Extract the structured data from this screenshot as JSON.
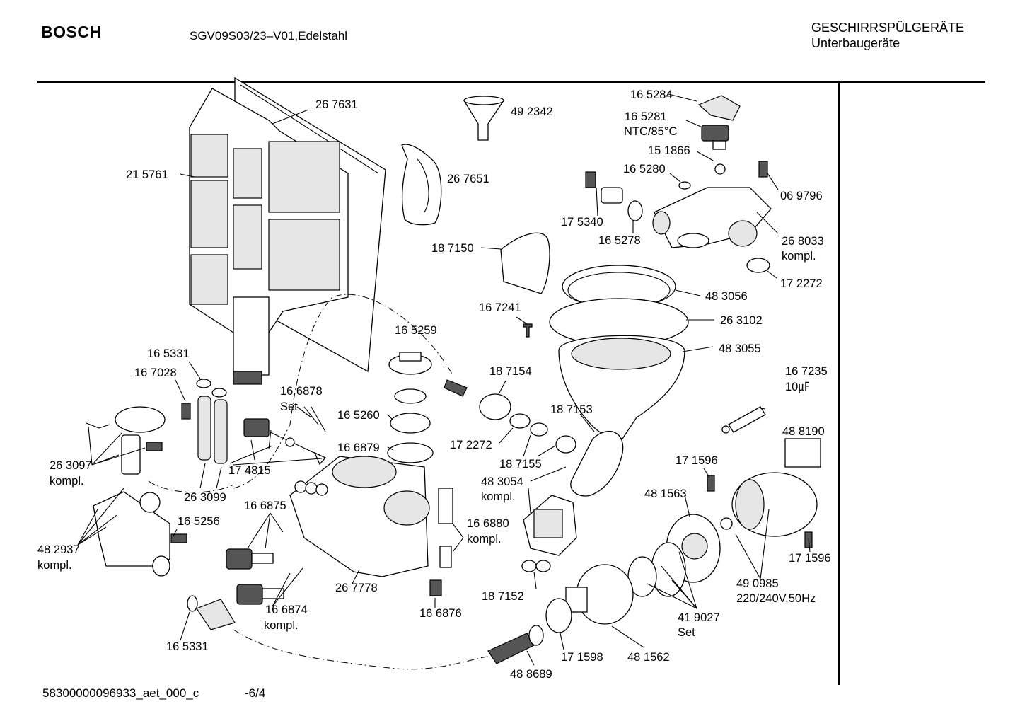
{
  "header": {
    "brand": "BOSCH",
    "model": "SGV09S03/23–V01,Edelstahl",
    "category_line1": "GESCHIRRSPÜLGERÄTE",
    "category_line2": "Unterbaugeräte"
  },
  "footer": {
    "drawing_code": "58300000096933_aet_000_c",
    "page": "-6/4"
  },
  "labels": {
    "l267631": "26 7631",
    "l492342": "49 2342",
    "l165284": "16 5284",
    "l165281": "16 5281",
    "l165281b": "NTC/85°C",
    "l151866": "15 1866",
    "l165280": "16 5280",
    "l069796": "06 9796",
    "l215761": "21 5761",
    "l267651": "26 7651",
    "l175340": "17 5340",
    "l165278": "16 5278",
    "l268033": "26 8033",
    "l268033b": "kompl.",
    "l187150": "18 7150",
    "l172272a": "17 2272",
    "l483056": "48 3056",
    "l167241": "16 7241",
    "l263102": "26 3102",
    "l165259": "16 5259",
    "l483055": "48 3055",
    "l165331a": "16 5331",
    "l167028": "16 7028",
    "l166878": "16 6878",
    "l166878b": "Set",
    "l187154": "18 7154",
    "l167235": "16 7235",
    "l167235b": "10㎌",
    "l165260": "16 5260",
    "l187153": "18 7153",
    "l488190": "48 8190",
    "l166879": "16 6879",
    "l172272b": "17 2272",
    "l187155": "18 7155",
    "l171596a": "17 1596",
    "l263097": "26 3097",
    "l263097b": "kompl.",
    "l174815": "17 4815",
    "l483054": "48  3054",
    "l483054b": "kompl.",
    "l481563": "48 1563",
    "l263099": "26 3099",
    "l166875": "16 6875",
    "l165256": "16 5256",
    "l166880": "16  6880",
    "l166880b": "kompl.",
    "l171596b": "17 1596",
    "l482937": "48 2937",
    "l482937b": "kompl.",
    "l490985": "49 0985",
    "l490985b": "220/240V,50Hz",
    "l267778": "26 7778",
    "l187152": "18 7152",
    "l166874": "16 6874",
    "l166874b": "kompl.",
    "l166876": "16 6876",
    "l419027": "41 9027",
    "l419027b": "Set",
    "l165331b": "16 5331",
    "l171598": "17 1598",
    "l481562": "48 1562",
    "l488689": "48 8689"
  }
}
